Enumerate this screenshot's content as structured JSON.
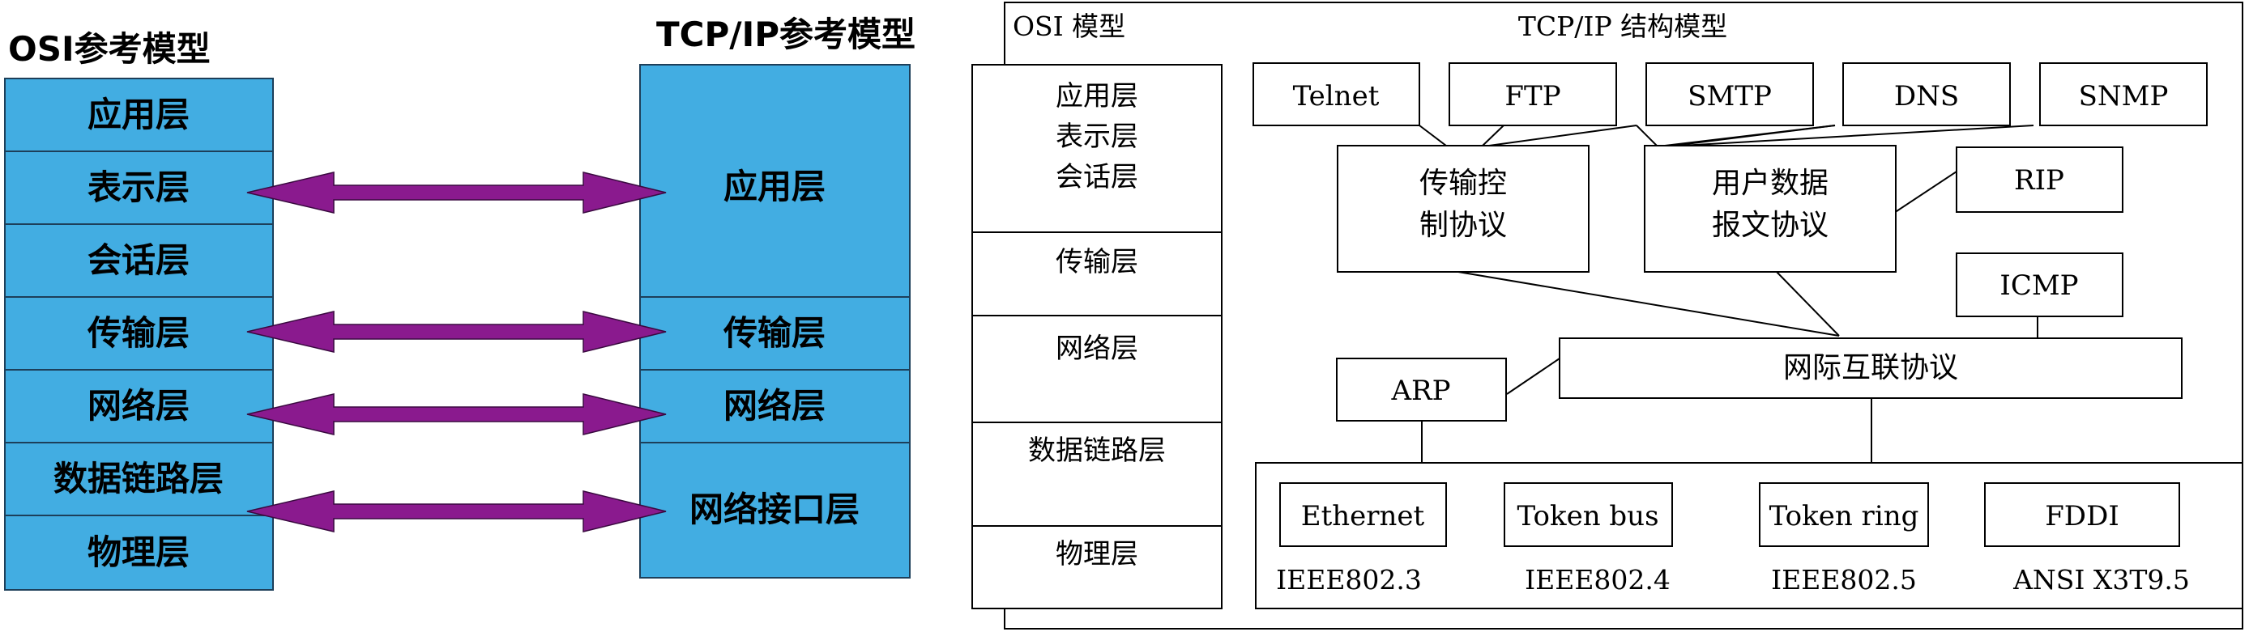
{
  "left": {
    "osi_title": "OSI参考模型",
    "tcp_title": "TCP/IP参考模型",
    "osi_layers": [
      "应用层",
      "表示层",
      "会话层",
      "传输层",
      "网络层",
      "数据链路层",
      "物理层"
    ],
    "tcp_layers": [
      "应用层",
      "传输层",
      "网络层",
      "网络接口层"
    ]
  },
  "right": {
    "osi_label": "OSI 模型",
    "title": "TCP/IP 结构模型",
    "osi_layers": {
      "app_line1": "应用层",
      "app_line2": "表示层",
      "app_line3": "会话层",
      "transport": "传输层",
      "network": "网络层",
      "datalink": "数据链路层",
      "physical": "物理层"
    },
    "apps": [
      "Telnet",
      "FTP",
      "SMTP",
      "DNS",
      "SNMP"
    ],
    "tcp_line1": "传输控",
    "tcp_line2": "制协议",
    "udp_line1": "用户数据",
    "udp_line2": "报文协议",
    "rip": "RIP",
    "icmp": "ICMP",
    "arp": "ARP",
    "ip": "网际互联协议",
    "links": [
      "Ethernet",
      "Token bus",
      "Token ring",
      "FDDI"
    ],
    "standards": [
      "IEEE802.3",
      "IEEE802.4",
      "IEEE802.5",
      "ANSI X3T9.5"
    ]
  },
  "colors": {
    "layer_blue": "#42ade2",
    "arrow_purple": "#8a1a8e"
  }
}
